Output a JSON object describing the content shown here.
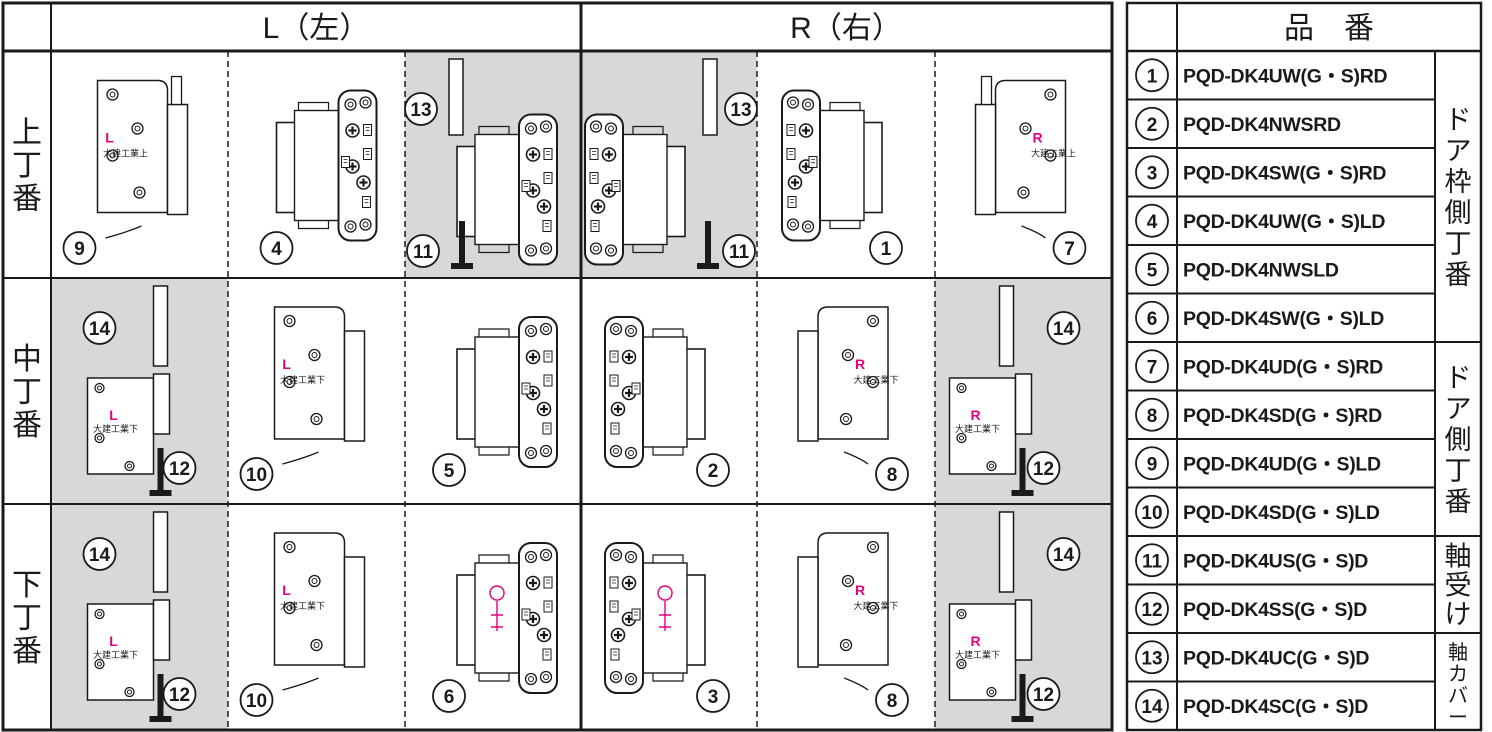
{
  "headers": {
    "left": "L（左）",
    "right": "R（右）",
    "parts": "品　番"
  },
  "rows": [
    "上丁番",
    "中丁番",
    "下丁番"
  ],
  "cell_callouts": [
    [
      "9",
      "4",
      "13",
      "13",
      "1",
      "7"
    ],
    [
      "14",
      "10",
      "5",
      "2",
      "8",
      "14"
    ],
    [
      "14",
      "10",
      "6",
      "3",
      "8",
      "14"
    ]
  ],
  "extra_callouts": [
    [
      null,
      null,
      "11",
      "11",
      null,
      null
    ],
    [
      "12",
      null,
      null,
      null,
      null,
      "12"
    ],
    [
      "12",
      null,
      null,
      null,
      null,
      "12"
    ]
  ],
  "plate_marks": {
    "L": "L",
    "R": "R",
    "brand_top": "大建工業上",
    "brand_bottom": "大建工業下"
  },
  "parts": [
    {
      "no": "1",
      "code": "PQD-DK4UW(G・S)RD"
    },
    {
      "no": "2",
      "code": "PQD-DK4NWSRD"
    },
    {
      "no": "3",
      "code": "PQD-DK4SW(G・S)RD"
    },
    {
      "no": "4",
      "code": "PQD-DK4UW(G・S)LD"
    },
    {
      "no": "5",
      "code": "PQD-DK4NWSLD"
    },
    {
      "no": "6",
      "code": "PQD-DK4SW(G・S)LD"
    },
    {
      "no": "7",
      "code": "PQD-DK4UD(G・S)RD"
    },
    {
      "no": "8",
      "code": "PQD-DK4SD(G・S)RD"
    },
    {
      "no": "9",
      "code": "PQD-DK4UD(G・S)LD"
    },
    {
      "no": "10",
      "code": "PQD-DK4SD(G・S)LD"
    },
    {
      "no": "11",
      "code": "PQD-DK4US(G・S)D"
    },
    {
      "no": "12",
      "code": "PQD-DK4SS(G・S)D"
    },
    {
      "no": "13",
      "code": "PQD-DK4UC(G・S)D"
    },
    {
      "no": "14",
      "code": "PQD-DK4SC(G・S)D"
    }
  ],
  "groups": [
    "ドア枠側丁番",
    "ドア側丁番",
    "軸受け",
    "軸カバー"
  ],
  "colors": {
    "shade": "#d8d8d8",
    "line": "#1a1a1a",
    "accent": "#e4007f"
  }
}
